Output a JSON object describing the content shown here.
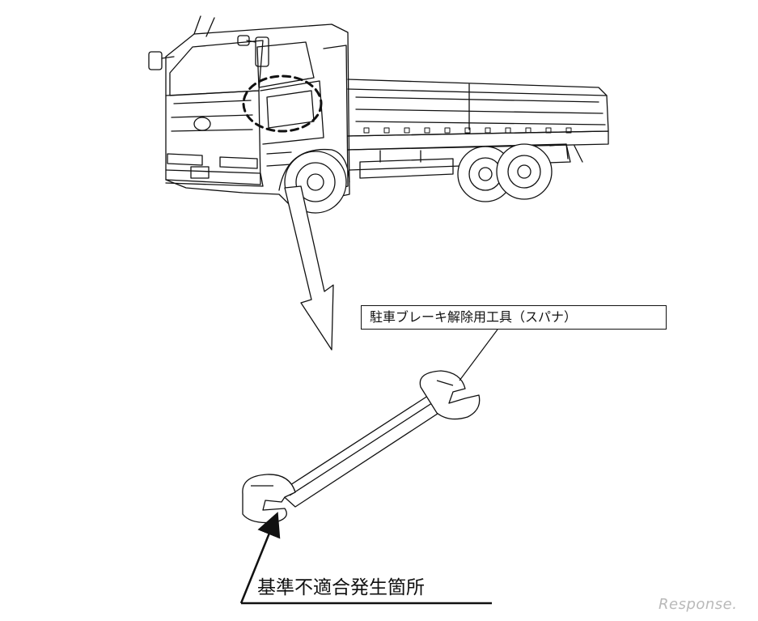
{
  "diagram": {
    "tool_label": "駐車ブレーキ解除用工具（スパナ）",
    "defect_label": "基準不適合発生箇所",
    "watermark": "Response."
  },
  "colors": {
    "line": "#111111",
    "background": "#ffffff",
    "watermark": "#b9b9b9"
  }
}
